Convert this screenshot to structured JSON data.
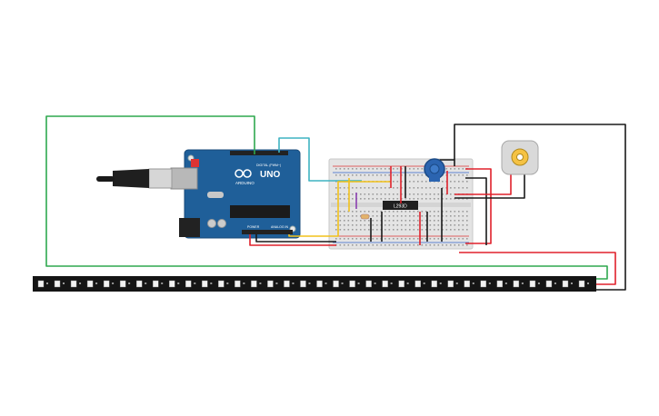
{
  "canvas": {
    "background": "#ffffff"
  },
  "arduino": {
    "model_label": "UNO",
    "brand_label": "ARDUINO",
    "header_label_digital": "DIGITAL (PWM~)",
    "header_label_power": "POWER",
    "header_label_analog": "ANALOG IN",
    "board_color": "#1f5f99"
  },
  "driver_chip": {
    "label": "L293D"
  },
  "wire_colors": {
    "green": "#2fa84f",
    "teal": "#3fb3c2",
    "red": "#e0212b",
    "black": "#1a1a1a",
    "yellow": "#f2c21b",
    "purple": "#8a3fb0"
  },
  "led_strip": {
    "pixel_count": 34,
    "strip_color": "#151515",
    "pixel_color": "#f2f2f2"
  },
  "motor": {
    "body_color": "#d9d9d9",
    "shaft_color": "#f5c243"
  },
  "potentiometer": {
    "color": "#2b64b0"
  }
}
